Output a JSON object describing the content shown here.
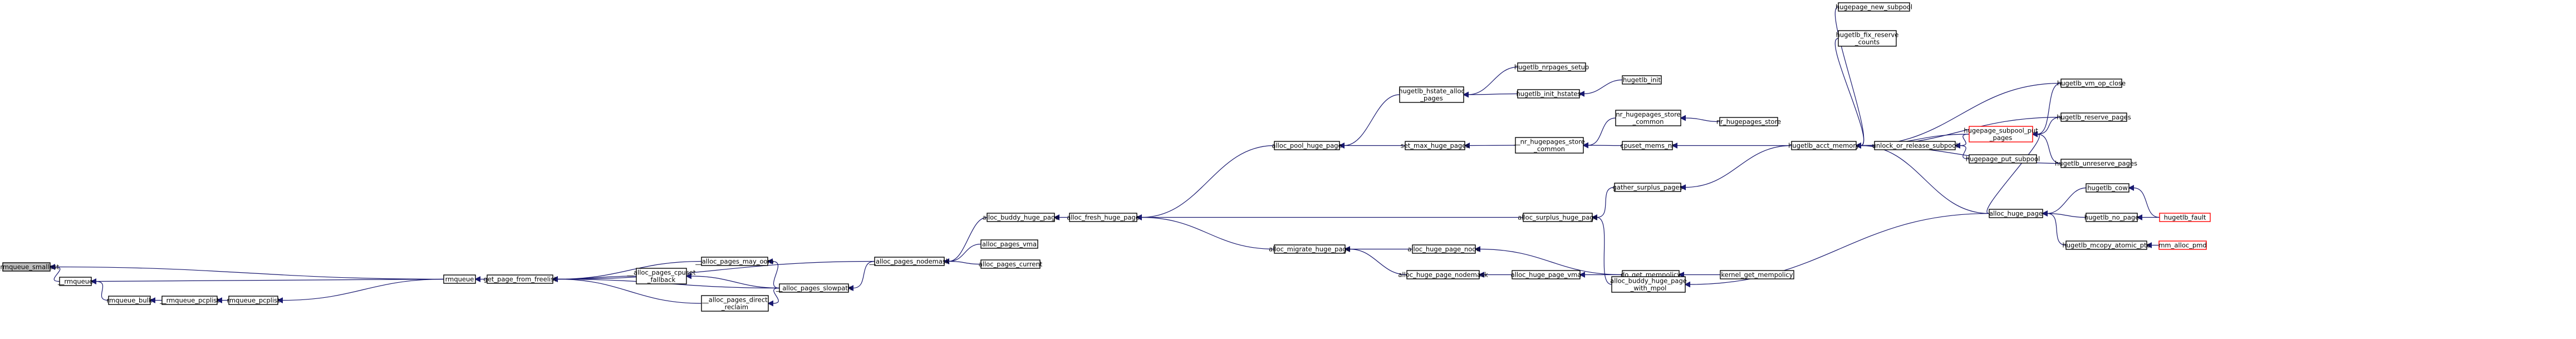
{
  "graph": {
    "nodes": [
      {
        "id": "n0",
        "lines": [
          "__rmqueue_smallest"
        ]
      },
      {
        "id": "n1",
        "lines": [
          "__rmqueue"
        ]
      },
      {
        "id": "n2",
        "lines": [
          "rmqueue"
        ]
      },
      {
        "id": "n3",
        "lines": [
          "rmqueue_bulk"
        ]
      },
      {
        "id": "n4",
        "lines": [
          "__rmqueue_pcplist"
        ]
      },
      {
        "id": "n5",
        "lines": [
          "rmqueue_pcplist"
        ]
      },
      {
        "id": "n6",
        "lines": [
          "get_page_from_freelist"
        ]
      },
      {
        "id": "n7",
        "lines": [
          "__alloc_pages_may_oom"
        ]
      },
      {
        "id": "n8",
        "lines": [
          "__alloc_pages_cpuset",
          "_fallback"
        ]
      },
      {
        "id": "n9",
        "lines": [
          "__alloc_pages_slowpath"
        ]
      },
      {
        "id": "n10",
        "lines": [
          "__alloc_pages_direct",
          "_reclaim"
        ]
      },
      {
        "id": "n11",
        "lines": [
          "__alloc_pages_nodemask"
        ]
      },
      {
        "id": "n12",
        "lines": [
          "alloc_buddy_huge_page"
        ]
      },
      {
        "id": "n13",
        "lines": [
          "alloc_pages_vma"
        ]
      },
      {
        "id": "n14",
        "lines": [
          "alloc_pages_current"
        ]
      },
      {
        "id": "n15",
        "lines": [
          "alloc_fresh_huge_page"
        ]
      },
      {
        "id": "n16",
        "lines": [
          "alloc_pool_huge_page"
        ]
      },
      {
        "id": "n17",
        "lines": [
          "alloc_migrate_huge_page"
        ]
      },
      {
        "id": "n18",
        "lines": [
          "hugetlb_hstate_alloc",
          "_pages"
        ]
      },
      {
        "id": "n19",
        "lines": [
          "set_max_huge_pages"
        ]
      },
      {
        "id": "n20",
        "lines": [
          "alloc_huge_page_node"
        ]
      },
      {
        "id": "n21",
        "lines": [
          "alloc_huge_page_nodemask"
        ]
      },
      {
        "id": "n22",
        "lines": [
          "alloc_surplus_huge_page"
        ]
      },
      {
        "id": "n23",
        "lines": [
          "hugetlb_nrpages_setup"
        ]
      },
      {
        "id": "n24",
        "lines": [
          "hugetlb_init_hstates"
        ]
      },
      {
        "id": "n25",
        "lines": [
          "__nr_hugepages_store",
          "_common"
        ]
      },
      {
        "id": "n26",
        "lines": [
          "alloc_huge_page_vma"
        ]
      },
      {
        "id": "n27",
        "lines": [
          "gather_surplus_pages"
        ]
      },
      {
        "id": "n28",
        "lines": [
          "hugetlb_init"
        ]
      },
      {
        "id": "n29",
        "lines": [
          "nr_hugepages_store",
          "_common"
        ]
      },
      {
        "id": "n30",
        "lines": [
          "cpuset_mems_nr"
        ]
      },
      {
        "id": "n31",
        "lines": [
          "do_get_mempolicy"
        ]
      },
      {
        "id": "n32",
        "lines": [
          "alloc_buddy_huge_page",
          "_with_mpol"
        ]
      },
      {
        "id": "n33",
        "lines": [
          "nr_hugepages_store"
        ]
      },
      {
        "id": "n34",
        "lines": [
          "hugetlb_acct_memory"
        ]
      },
      {
        "id": "n35",
        "lines": [
          "kernel_get_mempolicy"
        ]
      },
      {
        "id": "n36",
        "lines": [
          "hugepage_new_subpool"
        ]
      },
      {
        "id": "n37",
        "lines": [
          "hugetlb_fix_reserve",
          "_counts"
        ]
      },
      {
        "id": "n38",
        "lines": [
          "unlock_or_release_subpool"
        ]
      },
      {
        "id": "n39",
        "lines": [
          "hugepage_subpool_put",
          "_pages"
        ]
      },
      {
        "id": "n40",
        "lines": [
          "hugepage_put_subpool"
        ]
      },
      {
        "id": "n41",
        "lines": [
          "alloc_huge_page"
        ]
      },
      {
        "id": "n42",
        "lines": [
          "hugetlb_vm_op_close"
        ]
      },
      {
        "id": "n43",
        "lines": [
          "hugetlb_reserve_pages"
        ]
      },
      {
        "id": "n44",
        "lines": [
          "hugetlb_unreserve_pages"
        ]
      },
      {
        "id": "n45",
        "lines": [
          "hugetlb_cow"
        ]
      },
      {
        "id": "n46",
        "lines": [
          "hugetlb_no_page"
        ]
      },
      {
        "id": "n47",
        "lines": [
          "hugetlb_mcopy_atomic_pte"
        ]
      },
      {
        "id": "n48",
        "lines": [
          "hugetlb_fault"
        ]
      },
      {
        "id": "n49",
        "lines": [
          "mm_alloc_pmd"
        ]
      }
    ]
  }
}
